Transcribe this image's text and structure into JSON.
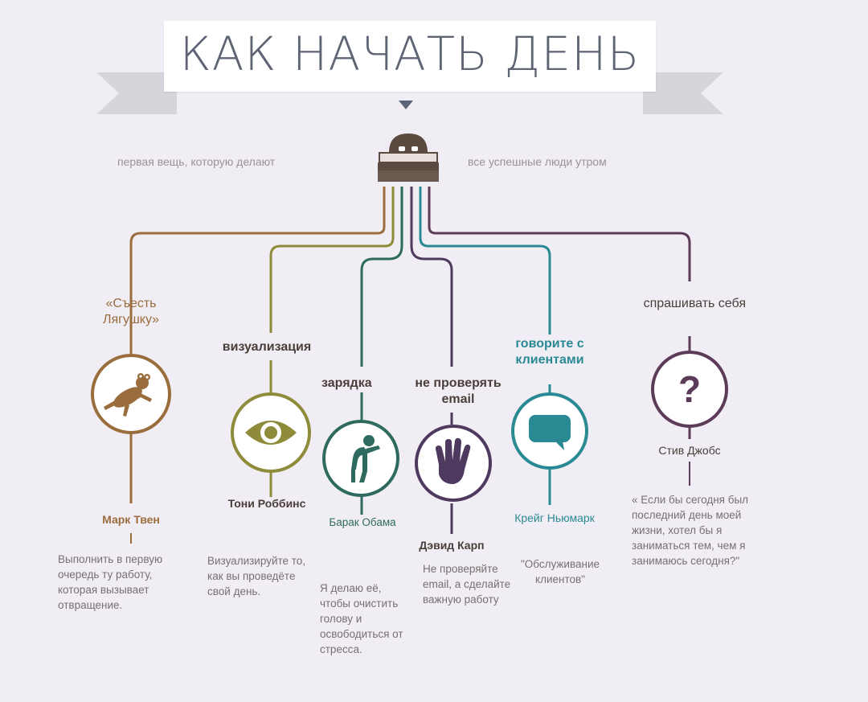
{
  "title": "КАК НАЧАТЬ ДЕНЬ",
  "subtitle_left": "первая вещь, которую делают",
  "subtitle_right": "все успешные люди утром",
  "colors": {
    "twain": "#9a6d3d",
    "robbins": "#8e8c3a",
    "obama": "#2e6b5e",
    "karp": "#4e3a5e",
    "newmark": "#2a8a94",
    "jobs": "#5b3b58",
    "banner": "#5e6474"
  },
  "branches": [
    {
      "id": "twain",
      "category": "«Съесть Лягушку»",
      "icon": "frog-icon",
      "person": "Марк Твен",
      "quote": "Выполнить в первую очередь ту работу, которая вызывает отвращение."
    },
    {
      "id": "robbins",
      "category": "визуализация",
      "icon": "eye-icon",
      "person": "Тони Роббинс",
      "quote": "Визуализируйте то, как вы проведёте свой день."
    },
    {
      "id": "obama",
      "category": "зарядка",
      "icon": "stretching-person-icon",
      "person": "Барак Обама",
      "quote": "Я делаю её, чтобы очистить голову и освободиться от стресса."
    },
    {
      "id": "karp",
      "category": "не проверять email",
      "icon": "stop-hand-icon",
      "person": "Дэвид Карп",
      "quote": "Не проверяйте email, а сделайте важную работу"
    },
    {
      "id": "newmark",
      "category": "говорите с клиентами",
      "icon": "speech-bubble-icon",
      "person": "Крейг Ньюмарк",
      "quote": "\"Обслуживание клиентов\""
    },
    {
      "id": "jobs",
      "category": "спрашивать себя",
      "icon": "question-mark-icon",
      "person": "Стив Джобс",
      "quote": "« Если бы сегодня был последний день моей жизни, хотел бы я заниматься тем, чем я занимаюсь сегодня?\""
    }
  ]
}
